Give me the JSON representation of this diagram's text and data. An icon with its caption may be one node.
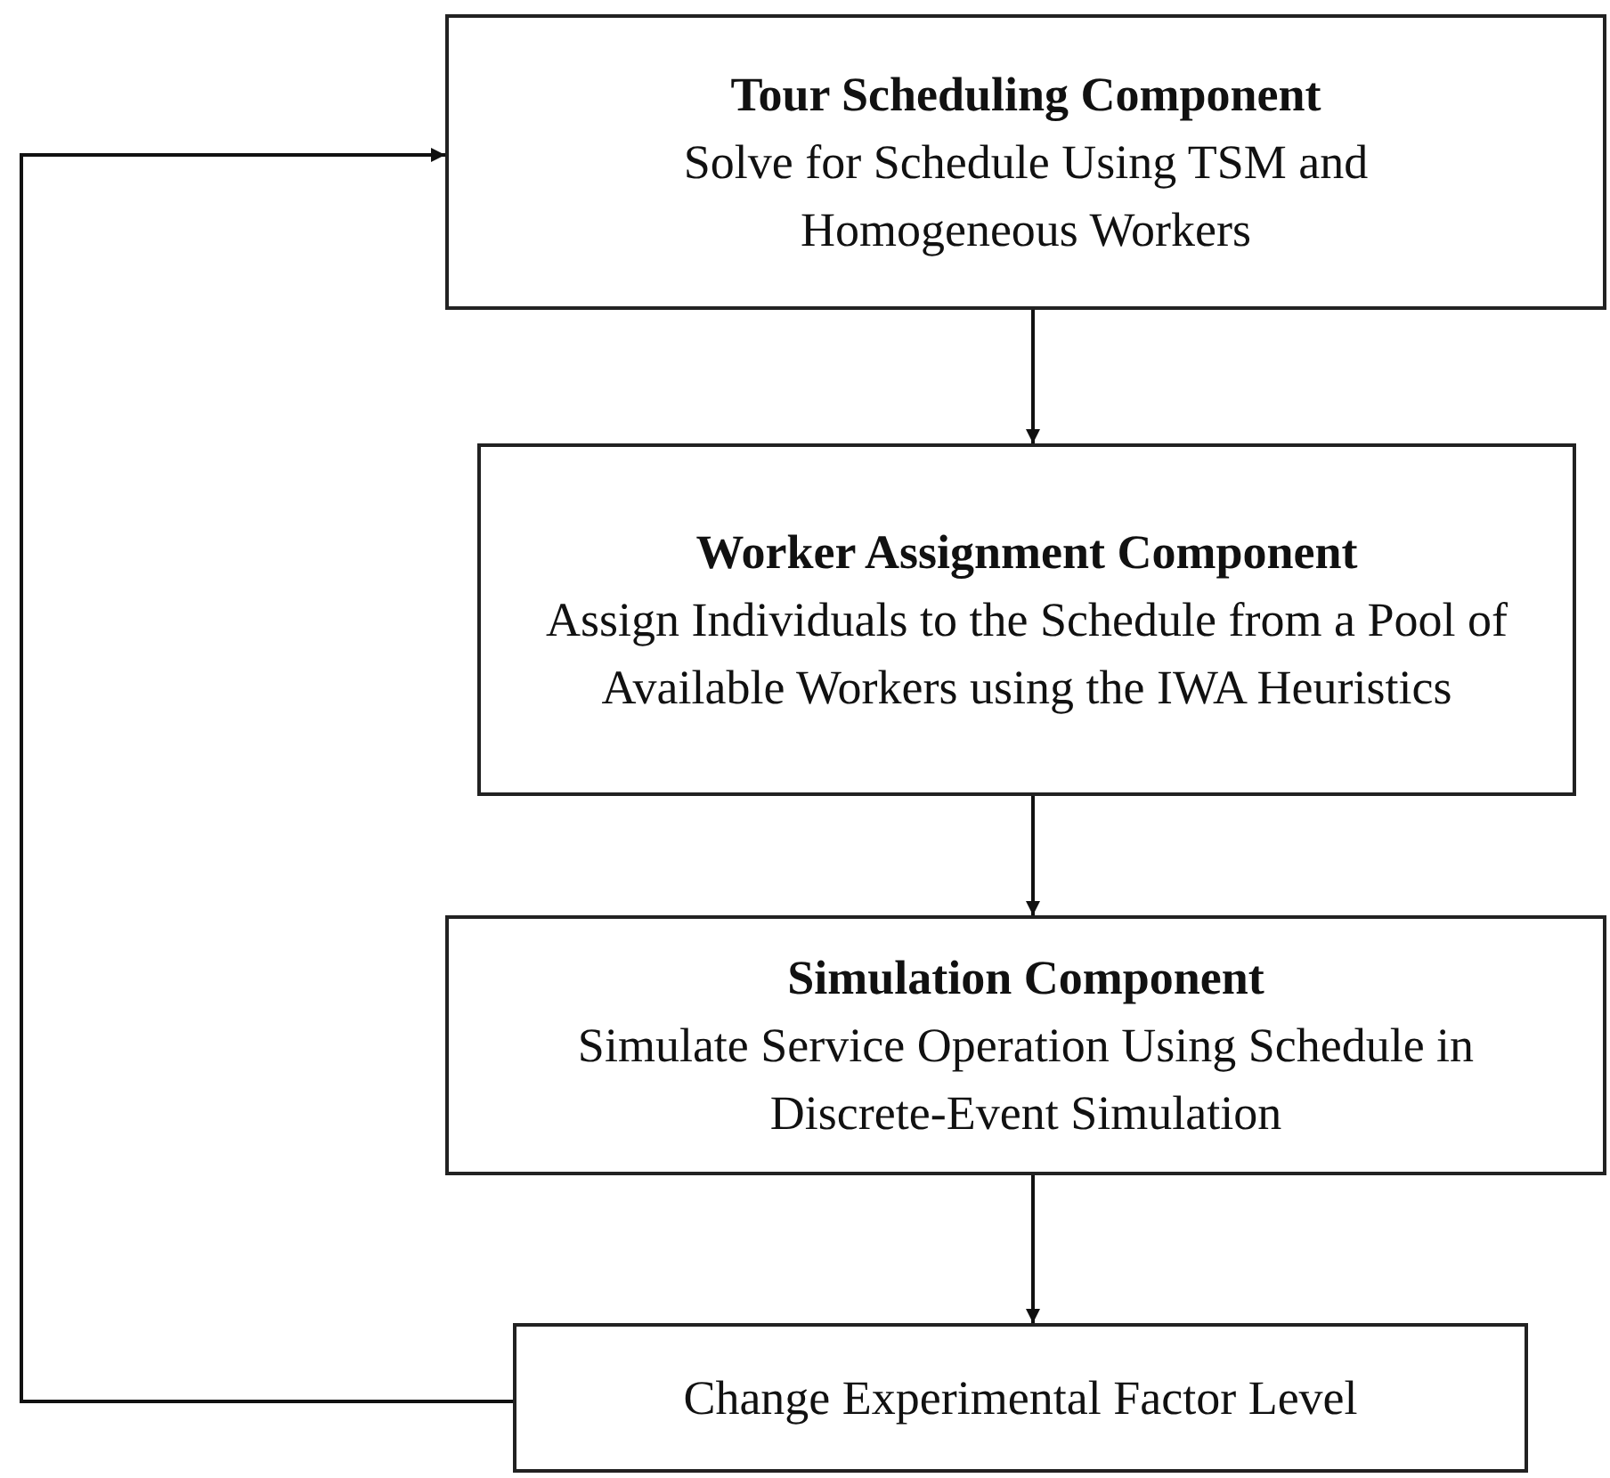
{
  "diagram": {
    "nodes": [
      {
        "text": [
          "Tour Scheduling Component",
          "Solve for Schedule Using TSM and Homogeneous Workers"
        ]
      },
      {
        "text": [
          "Worker Assignment Component",
          "Assign Individuals to the Schedule from a Pool of Available Workers using the IWA Heuristics"
        ]
      },
      {
        "text": [
          "Simulation Component",
          "Simulate Service Operation Using Schedule in Discrete-Event Simulation"
        ]
      },
      {
        "text": [
          "Change Experimental Factor Level"
        ]
      }
    ],
    "edges": [
      {
        "from": 0,
        "to": 1,
        "arrow": "to"
      },
      {
        "from": 1,
        "to": 2,
        "arrow": "to"
      },
      {
        "from": 2,
        "to": 3,
        "arrow": "to"
      },
      {
        "from": 3,
        "to": 0,
        "arrow": "to"
      }
    ]
  }
}
